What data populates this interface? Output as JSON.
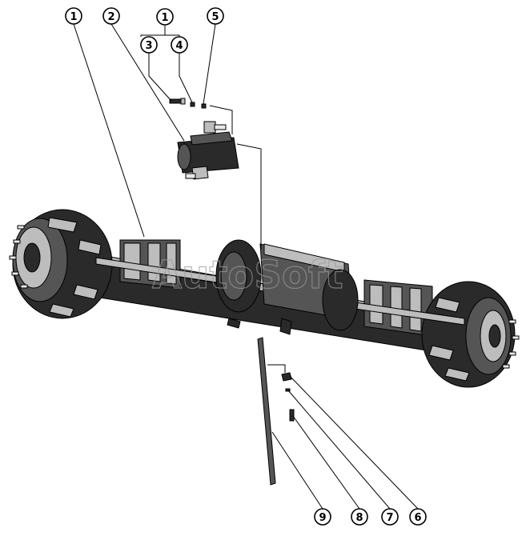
{
  "watermark": "AutoSoft",
  "callouts": [
    {
      "id": "c1a",
      "label": "1"
    },
    {
      "id": "c2",
      "label": "2"
    },
    {
      "id": "c1b",
      "label": "1"
    },
    {
      "id": "c3",
      "label": "3"
    },
    {
      "id": "c4",
      "label": "4"
    },
    {
      "id": "c5",
      "label": "5"
    },
    {
      "id": "c9",
      "label": "9"
    },
    {
      "id": "c8",
      "label": "8"
    },
    {
      "id": "c7",
      "label": "7"
    },
    {
      "id": "c6",
      "label": "6"
    }
  ]
}
